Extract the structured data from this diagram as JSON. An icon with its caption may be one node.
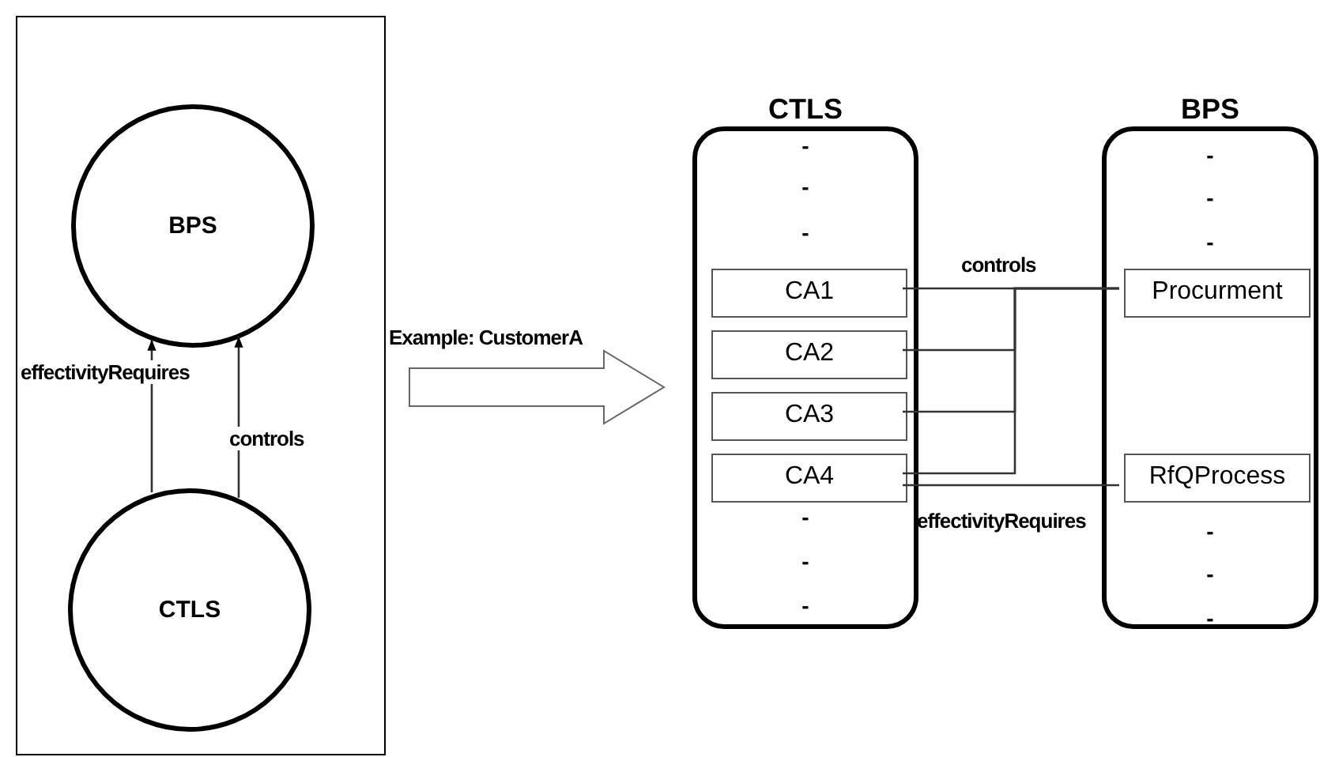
{
  "diagram": {
    "nodes": [
      {
        "text": [],
        "shape": "box"
      },
      {
        "text": [
          "BPS"
        ],
        "in": 0
      },
      {
        "text": [
          "CTLS"
        ],
        "in": 0
      },
      {
        "text": [
          "CTLS",
          "-",
          "-",
          "-",
          "-",
          "-",
          "-"
        ]
      },
      {
        "text": [
          "CA1"
        ],
        "in": 3
      },
      {
        "text": [
          "CA2"
        ],
        "in": 3
      },
      {
        "text": [
          "CA3"
        ],
        "in": 3
      },
      {
        "text": [
          "CA4"
        ],
        "in": 3
      },
      {
        "text": [
          "BPS",
          "-",
          "-",
          "-",
          "-",
          "-",
          "-"
        ]
      },
      {
        "text": [
          "Procurment"
        ],
        "in": 8
      },
      {
        "text": [
          "RfQProcess"
        ],
        "in": 8
      }
    ],
    "edges": [
      {
        "from": 2,
        "to": 1,
        "arrow": "to",
        "label": "effectivityRequires"
      },
      {
        "from": 2,
        "to": 1,
        "arrow": "to",
        "label": "controls"
      },
      {
        "from": 0,
        "to": 3,
        "arrow": "to",
        "label": "Example: CustomerA",
        "style": "thick"
      },
      {
        "from": 4,
        "to": 9,
        "arrow": "none",
        "label": "controls"
      },
      {
        "from": 5,
        "to": 9,
        "arrow": "none"
      },
      {
        "from": 6,
        "to": 9,
        "arrow": "none"
      },
      {
        "from": 7,
        "to": 9,
        "arrow": "none"
      },
      {
        "from": 7,
        "to": 10,
        "arrow": "none",
        "label": "effectivityRequires"
      }
    ]
  }
}
